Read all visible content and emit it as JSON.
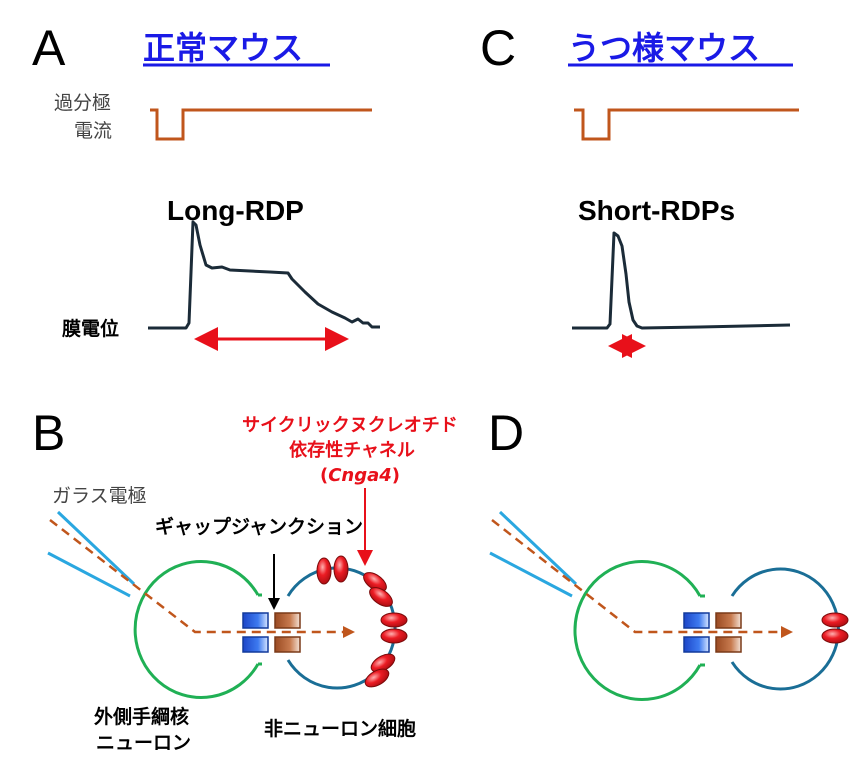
{
  "panels": {
    "A": {
      "letter": "A",
      "title": "正常マウス"
    },
    "B": {
      "letter": "B"
    },
    "C": {
      "letter": "C",
      "title": "うつ様マウス"
    },
    "D": {
      "letter": "D"
    }
  },
  "labels": {
    "current_line1": "過分極",
    "current_line2": "電流",
    "potential": "膜電位",
    "long_rdp": "Long-RDP",
    "short_rdps": "Short-RDPs",
    "electrode": "ガラス電極",
    "gap_junction": "ギャップジャンクション",
    "channel_line1": "サイクリックヌクレオチド",
    "channel_line2": "依存性チャネル",
    "channel_gene_open": "(",
    "channel_gene": "Cnga4",
    "channel_gene_close": ")",
    "neuron_line1": "外側手綱核",
    "neuron_line2": "ニューロン",
    "glia": "非ニューロン細胞"
  },
  "colors": {
    "title_blue": "#1a1ae6",
    "current_orange": "#c0561c",
    "trace_dark": "#1b2b38",
    "arrow_red": "#e8101a",
    "electrode_blue": "#2aa7e0",
    "neuron_green": "#20b055",
    "glia_blue": "#1a6e96",
    "connexin_blue": "#2a5fd8",
    "connexin_brown": "#b7643a"
  }
}
